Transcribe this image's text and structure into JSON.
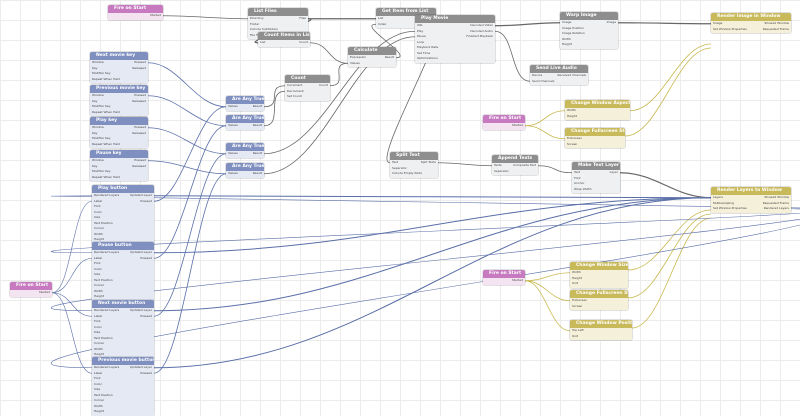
{
  "nodes": {
    "fire_top": {
      "title": "Fire on Start",
      "out": [
        "Started"
      ]
    },
    "list_files": {
      "title": "List Files",
      "in": [
        "Directory",
        "Folder",
        "Include Subfolders",
        "File Type"
      ],
      "out": [
        "Files"
      ]
    },
    "count_items": {
      "title": "Count Items in List",
      "in": [
        "List"
      ],
      "out": [
        "Count"
      ]
    },
    "get_item": {
      "title": "Get Item from List",
      "in": [
        "List",
        "Index"
      ],
      "out": [
        "Item"
      ]
    },
    "calculate": {
      "title": "Calculate",
      "in": [
        "Expression",
        "Values"
      ],
      "out": [
        "Result"
      ]
    },
    "count": {
      "title": "Count",
      "in": [
        "Increment",
        "Decrement",
        "Set Count"
      ],
      "out": [
        "Count"
      ]
    },
    "play_movie": {
      "title": "Play Movie",
      "in": [
        "URL",
        "Play",
        "Pause",
        "Loop",
        "Playback Rate",
        "Set Time",
        "Optimizations"
      ],
      "out": [
        "Decoded Video",
        "Decoded Audio",
        "Finished Playback"
      ]
    },
    "warp_image": {
      "title": "Warp Image",
      "in": [
        "Image",
        "Image Position",
        "Image Rotation",
        "Width",
        "Height"
      ],
      "out": [
        "Image"
      ]
    },
    "send_live_audio": {
      "title": "Send Live Audio",
      "in": [
        "Device",
        "Send Channels"
      ],
      "out": [
        "Received Channels"
      ]
    },
    "render_image": {
      "title": "Render Image in Window",
      "in": [
        "Image",
        "Set Window Properties"
      ],
      "out": [
        "Showed Window",
        "Requested Frame"
      ]
    },
    "next_key": {
      "title": "Next movie key",
      "in": [
        "Window",
        "Key",
        "Modifier Key",
        "Repeat When Held"
      ],
      "out": [
        "Pressed",
        "Released"
      ]
    },
    "prev_key": {
      "title": "Previous movie key",
      "in": [
        "Window",
        "Key",
        "Modifier Key",
        "Repeat When Held"
      ],
      "out": [
        "Pressed",
        "Released"
      ]
    },
    "play_key": {
      "title": "Play key",
      "in": [
        "Window",
        "Key",
        "Modifier Key",
        "Repeat When Held"
      ],
      "out": [
        "Pressed",
        "Released"
      ]
    },
    "pause_key": {
      "title": "Pause key",
      "in": [
        "Window",
        "Key",
        "Modifier Key",
        "Repeat When Held"
      ],
      "out": [
        "Pressed",
        "Released"
      ]
    },
    "any_true_1": {
      "title": "Are Any True",
      "in": [
        "Values"
      ],
      "out": [
        "Result"
      ]
    },
    "any_true_2": {
      "title": "Are Any True",
      "in": [
        "Values"
      ],
      "out": [
        "Result"
      ]
    },
    "any_true_3": {
      "title": "Are Any True",
      "in": [
        "Values"
      ],
      "out": [
        "Result"
      ]
    },
    "any_true_4": {
      "title": "Are Any True",
      "in": [
        "Values"
      ],
      "out": [
        "Result"
      ]
    },
    "fire_mid": {
      "title": "Fire on Start",
      "out": [
        "Started"
      ]
    },
    "aspect": {
      "title": "Change Window Aspect Ratio",
      "in": [
        "Width",
        "Height"
      ],
      "out": []
    },
    "fullscreen_top": {
      "title": "Change Fullscreen Status",
      "in": [
        "Fullscreen",
        "Screen"
      ],
      "out": []
    },
    "split_text": {
      "title": "Split Text",
      "in": [
        "Text",
        "Separator",
        "Include Empty Parts"
      ],
      "out": [
        "Split Texts"
      ]
    },
    "append_texts": {
      "title": "Append Texts",
      "in": [
        "Texts",
        "Separator"
      ],
      "out": [
        "Composite Text"
      ]
    },
    "text_layer": {
      "title": "Make Text Layer",
      "in": [
        "Text",
        "Font",
        "Anchor",
        "Wrap Width"
      ],
      "out": [
        "Layer"
      ]
    },
    "render_layers": {
      "title": "Render Layers to Window",
      "in": [
        "Layers",
        "Multisampling",
        "Set Window Properties"
      ],
      "out": [
        "Showed Window",
        "Requested Frame",
        "Rendered Layers"
      ]
    },
    "play_button": {
      "title": "Play button",
      "in": [
        "Rendered Layers",
        "Label",
        "Font",
        "Color",
        "Size",
        "Text Position",
        "Corner",
        "Width",
        "Height"
      ],
      "out": [
        "Updated Layer",
        "Pressed"
      ]
    },
    "pause_button": {
      "title": "Pause button",
      "in": [
        "Rendered Layers",
        "Label",
        "Font",
        "Color",
        "Size",
        "Text Position",
        "Corner",
        "Width",
        "Height"
      ],
      "out": [
        "Updated Layer",
        "Pressed"
      ]
    },
    "next_button": {
      "title": "Next movie button",
      "in": [
        "Rendered Layers",
        "Label",
        "Font",
        "Color",
        "Size",
        "Text Position",
        "Corner",
        "Width",
        "Height"
      ],
      "out": [
        "Updated Layer",
        "Pressed"
      ]
    },
    "prev_button": {
      "title": "Previous movie button",
      "in": [
        "Rendered Layers",
        "Label",
        "Font",
        "Color",
        "Size",
        "Text Position",
        "Corner",
        "Width",
        "Height"
      ],
      "out": [
        "Updated Layer",
        "Pressed"
      ]
    },
    "fire_bottom_left": {
      "title": "Fire on Start",
      "out": [
        "Started"
      ]
    },
    "fire_bottom": {
      "title": "Fire on Start",
      "out": [
        "Started"
      ]
    },
    "win_size": {
      "title": "Change Window Size",
      "in": [
        "Width",
        "Height",
        "Unit"
      ],
      "out": []
    },
    "fullscreen_bottom": {
      "title": "Change Fullscreen Status",
      "in": [
        "Fullscreen",
        "Screen"
      ],
      "out": []
    },
    "win_pos": {
      "title": "Change Window Position",
      "in": [
        "Top Left",
        "Unit"
      ],
      "out": []
    }
  },
  "colors": {
    "gray": "#8e8e8e",
    "blue": "#7e8fc0",
    "pink": "#c77ac0",
    "yellow": "#c8b95a",
    "wire_blue": "#5a6fa8",
    "wire_gray": "#666666",
    "wire_yellow": "#c9b84e"
  }
}
